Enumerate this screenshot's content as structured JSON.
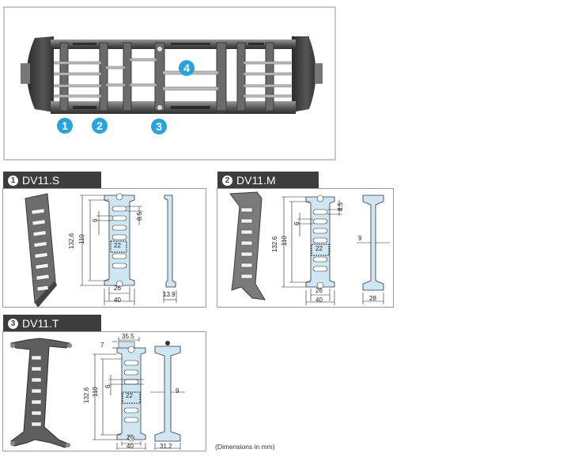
{
  "overview": {
    "badges": [
      "1",
      "2",
      "3",
      "4"
    ]
  },
  "sections": [
    {
      "num": "1",
      "title": "DV11.S",
      "dims": {
        "total_height": "132.6",
        "inner_height": "110",
        "slot_pitch": "6",
        "slot_top": "8.5",
        "center": "22",
        "bottom_w": "26",
        "overall_w": "40",
        "profile_w": "13.9"
      }
    },
    {
      "num": "2",
      "title": "DV11.M",
      "dims": {
        "total_height": "132.6",
        "inner_height": "110",
        "slot_pitch": "6",
        "slot_top": "8.5",
        "center": "22",
        "bottom_w": "26",
        "overall_w": "40",
        "web_w": "9",
        "profile_w": "28"
      }
    },
    {
      "num": "3",
      "title": "DV11.T",
      "dims": {
        "top_offset": "7",
        "top_w": "35.5",
        "total_height": "132.6",
        "inner_height": "110",
        "slot_pitch": "6",
        "center": "22",
        "bottom_w": "26",
        "overall_w": "40",
        "web_w": "9",
        "profile_w": "31.2"
      }
    }
  ],
  "footnote": "(Dimensions in mm)",
  "colors": {
    "tab_bg": "#3d3d3d",
    "part_fill": "#cfe6f3",
    "badge": "#29a3dc",
    "frame_border": "#c8c8c8"
  }
}
